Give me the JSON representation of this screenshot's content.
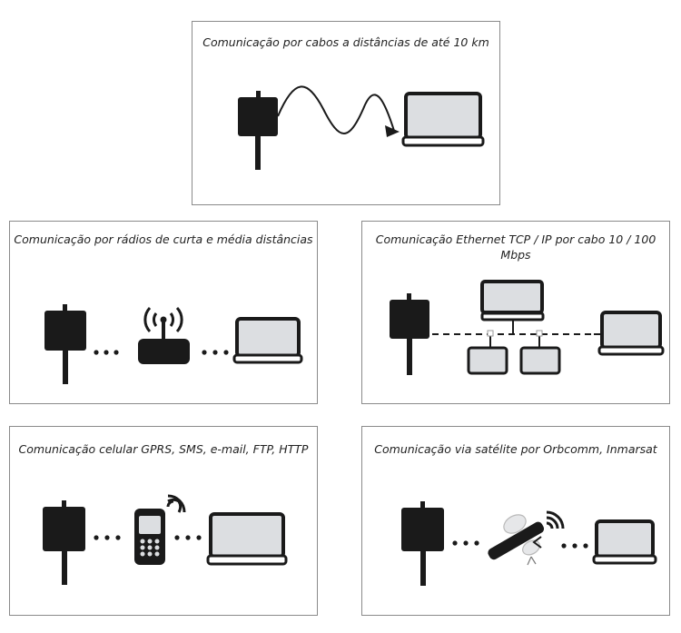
{
  "panels": [
    {
      "id": "cable",
      "caption": "Comunicação por cabos a distâncias de até 10 km"
    },
    {
      "id": "radio",
      "caption": "Comunicação por rádios de curta e média distâncias"
    },
    {
      "id": "ethernet",
      "caption": "Comunicação Ethernet TCP / IP por cabo 10 / 100 Mbps"
    },
    {
      "id": "cellular",
      "caption": "Comunicação celular GPRS, SMS, e-mail, FTP, HTTP"
    },
    {
      "id": "satellite",
      "caption": "Comunicação via satélite por Orbcomm, Inmarsat"
    }
  ],
  "colors": {
    "device": "#1a1a1a",
    "screen": "#dcdee1",
    "border": "#8a8a8a"
  },
  "icons": [
    "field-device-icon",
    "laptop-icon",
    "radio-router-icon",
    "network-bus-icon",
    "desktop-monitor-icon",
    "cell-phone-icon",
    "satellite-icon"
  ]
}
